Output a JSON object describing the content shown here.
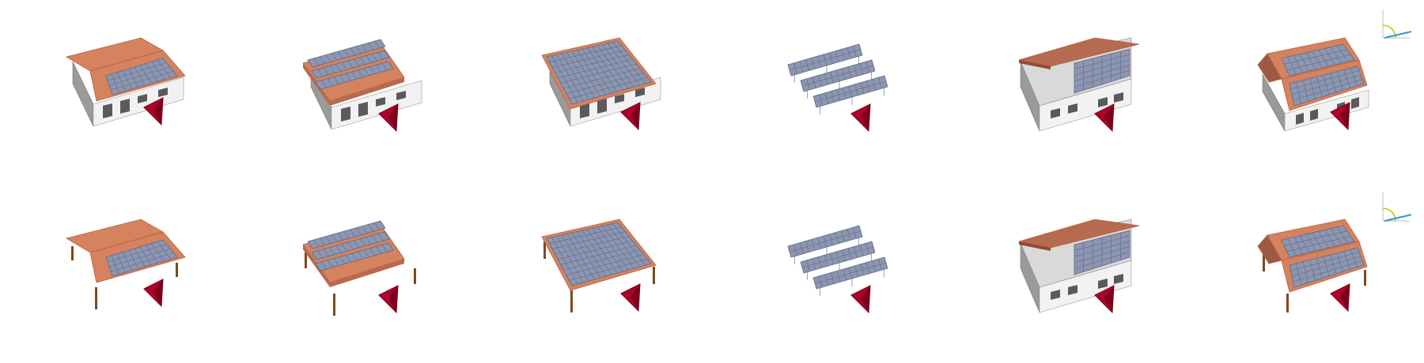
{
  "grid": {
    "rows": [
      {
        "name": "buildings",
        "tiles": [
          {
            "variant": "gable-roof-pv-side",
            "selectable": true
          },
          {
            "variant": "flat-roof-pv-rows",
            "selectable": true
          },
          {
            "variant": "mono-pitch-full-pv",
            "selectable": true
          },
          {
            "variant": "ground-mounted-rows",
            "selectable": true
          },
          {
            "variant": "facade-pv",
            "selectable": true
          },
          {
            "variant": "mansard-roof-pv",
            "selectable": true
          }
        ]
      },
      {
        "name": "carports",
        "tiles": [
          {
            "variant": "gable-roof-pv-side",
            "selectable": true
          },
          {
            "variant": "flat-roof-pv-rows",
            "selectable": true
          },
          {
            "variant": "mono-pitch-full-pv",
            "selectable": true
          },
          {
            "variant": "ground-mounted-rows",
            "selectable": true
          },
          {
            "variant": "facade-pv",
            "selectable": true
          },
          {
            "variant": "mansard-roof-pv",
            "selectable": true
          }
        ]
      }
    ]
  },
  "icons": {
    "orientation": "orientation-arrow-icon",
    "tilt": "tilt-angle-icon"
  },
  "colors": {
    "roof": "#d5825e",
    "roof_edge": "#b8623f",
    "roof_dark": "#b66a4f",
    "wall_light": "#f2f2f2",
    "wall_mid": "#d9d9d9",
    "wall_shade": "#9a9a9a",
    "window": "#5a5a5a",
    "panel": "#8c96b0",
    "panel_grid": "#5f6a88",
    "post": "#7b4a1e",
    "arrow": "#b0002a",
    "arrow_dark": "#7a001c",
    "tilt_line": "#2a9bd0",
    "tilt_arc": "#c8c400",
    "tilt_axis": "#bdbdbd"
  }
}
